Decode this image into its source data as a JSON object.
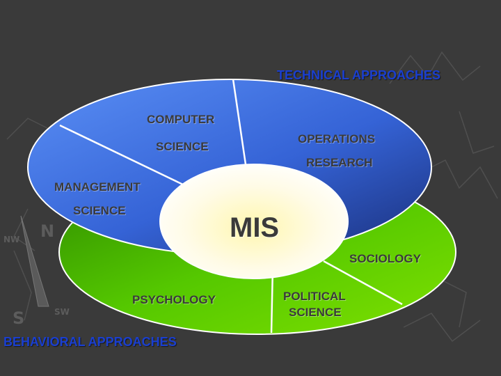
{
  "diagram": {
    "technical_label": "TECHNICAL APPROACHES",
    "behavioral_label": "BEHAVIORAL APPROACHES",
    "center_label": "MIS",
    "technical_segments": {
      "computer_science_line1": "COMPUTER",
      "computer_science_line2": "SCIENCE",
      "operations_research_line1": "OPERATIONS",
      "operations_research_line2": "RESEARCH",
      "management_science_line1": "MANAGEMENT",
      "management_science_line2": "SCIENCE"
    },
    "behavioral_segments": {
      "sociology": "SOCIOLOGY",
      "psychology": "PSYCHOLOGY",
      "political_science_line1": "POLITICAL",
      "political_science_line2": "SCIENCE"
    }
  },
  "colors": {
    "background": "#3a3a3a",
    "technical_ring": "#3d6fe0",
    "behavioral_ring": "#5fd400",
    "approach_labels": "#1a3fd0"
  }
}
